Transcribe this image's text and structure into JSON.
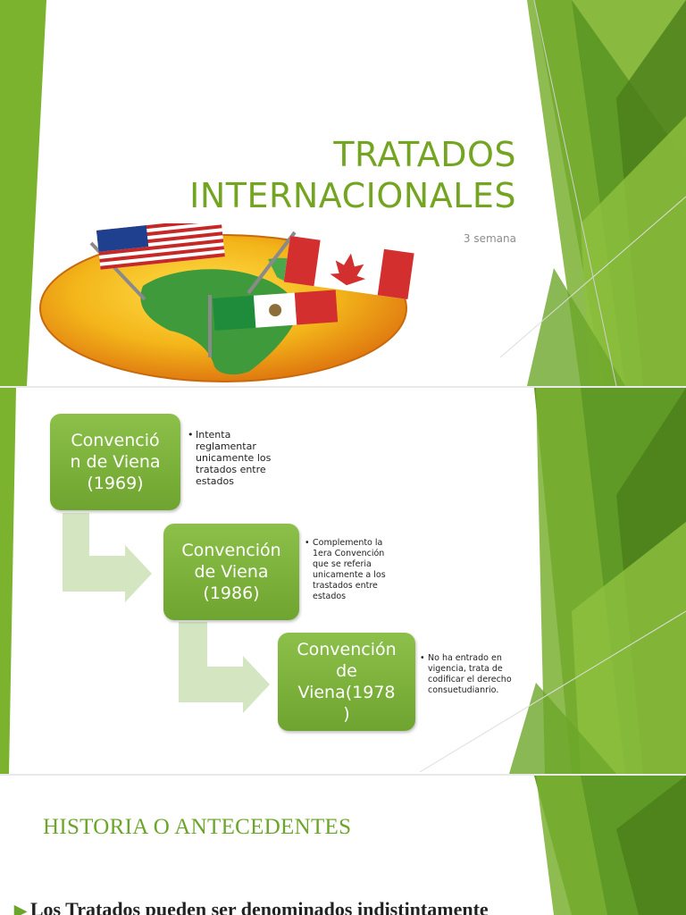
{
  "slide1": {
    "title_line1": "TRATADOS",
    "title_line2": "INTERNACIONALES",
    "subtitle": "3 semana",
    "image": {
      "description_icon": "globe-with-flags-icon",
      "flags": [
        "usa",
        "canada",
        "mexico"
      ]
    }
  },
  "slide2": {
    "items": [
      {
        "box_lines": [
          "Convenció",
          "n de Viena",
          "(1969)"
        ],
        "note": "Intenta reglamentar unicamente los tratados entre estados"
      },
      {
        "box_lines": [
          "Convención",
          "de Viena",
          "(1986)"
        ],
        "note": "Complemento la 1era Convención que se referia unicamente a los trastados entre estados"
      },
      {
        "box_lines": [
          "Convención",
          "de",
          "Viena(1978",
          ")"
        ],
        "note": "No ha entrado en vigencia, trata de codificar el derecho consuetudianrio."
      }
    ],
    "bullet": "•"
  },
  "slide3": {
    "heading": "HISTORIA O ANTECEDENTES",
    "body_start": "Los Tratados pueden ser denominados indistintamente"
  },
  "colors": {
    "accent_green": "#74a522",
    "box_green": "#78b136",
    "arrow_green": "#d3e6c1"
  }
}
